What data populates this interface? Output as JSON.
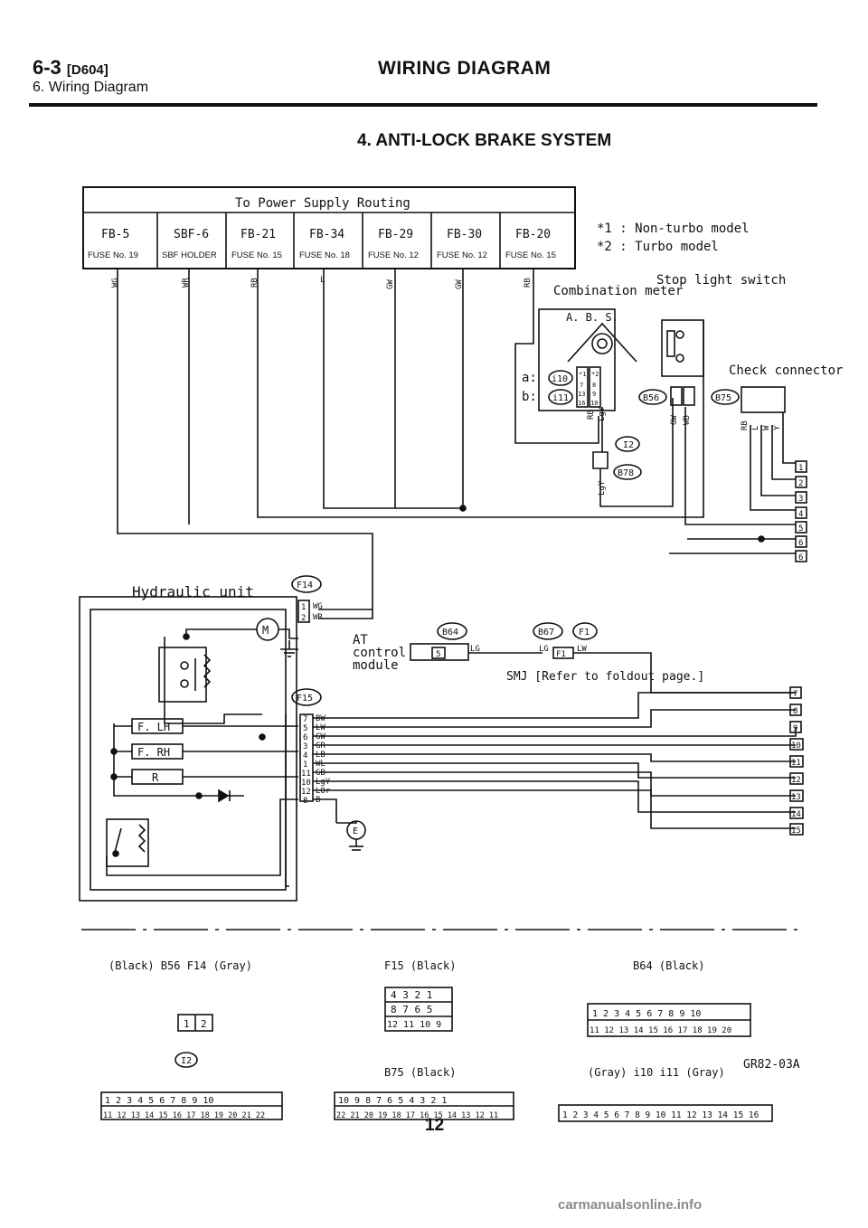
{
  "header": {
    "section": "6-3",
    "code": "[D604]",
    "subtitle": "6. Wiring Diagram",
    "title": "WIRING DIAGRAM"
  },
  "section_title": "4. ANTI-LOCK BRAKE SYSTEM",
  "power_routing": {
    "title": "To Power Supply Routing",
    "fuses": [
      {
        "name": "FB-5",
        "sub": "FUSE No. 19",
        "wire": "WG"
      },
      {
        "name": "SBF-6",
        "sub": "SBF HOLDER",
        "wire": "WR"
      },
      {
        "name": "FB-21",
        "sub": "FUSE No. 15",
        "wire": "RB"
      },
      {
        "name": "FB-34",
        "sub": "FUSE No. 18",
        "wire": "L"
      },
      {
        "name": "FB-29",
        "sub": "FUSE No. 12",
        "wire": "GW"
      },
      {
        "name": "FB-30",
        "sub": "FUSE No. 12",
        "wire": "GW"
      },
      {
        "name": "FB-20",
        "sub": "FUSE No. 15",
        "wire": "RB"
      }
    ]
  },
  "notes": [
    "*1 : Non-turbo model",
    "*2 : Turbo model"
  ],
  "components": {
    "combination_meter": "Combination meter",
    "abs": "A. B. S.",
    "stop_light_switch": "Stop light switch",
    "check_connector": "Check connector",
    "hydraulic_unit": "Hydraulic unit",
    "at_control_module": "AT control module",
    "smj": "SMJ [Refer to foldout page.]",
    "meter_a": "a:",
    "meter_b": "b:",
    "valves": [
      "F. LH",
      "F. RH",
      "R"
    ]
  },
  "connectors": {
    "i10": "i10",
    "i11": "i11",
    "B56": "B56",
    "B75": "B75",
    "I2": "I2",
    "B78": "B78",
    "F14": "F14",
    "F15": "F15",
    "B64": "B64",
    "B67": "B67",
    "F1": "F1",
    "E": "E"
  },
  "wire_labels": {
    "meter_pins": [
      "*1",
      "*2",
      "7",
      "8",
      "13",
      "9",
      "16",
      "10"
    ],
    "meter_wires": [
      "RB",
      "LgY"
    ],
    "stop_wires": [
      "GW",
      "WB"
    ],
    "check_wires": [
      "RB",
      "L",
      "W",
      "Y"
    ],
    "i2_wire": "LgY",
    "f14_pins": [
      "1",
      "2"
    ],
    "f14_wires": [
      "WG",
      "WR"
    ],
    "at_pin": "5",
    "at_wire": "LG",
    "smj_pin": "F1",
    "smj_wires": [
      "LG",
      "LW"
    ],
    "f15_pins": [
      "7",
      "5",
      "6",
      "3",
      "4",
      "1",
      "11",
      "10",
      "12",
      "8"
    ],
    "f15_wires": [
      "BW",
      "LW",
      "GW",
      "GR",
      "LB",
      "WL",
      "GB",
      "LgY",
      "LOr",
      "B"
    ]
  },
  "off_page_refs": [
    "1",
    "2",
    "3",
    "4",
    "5",
    "6",
    "7",
    "8",
    "9",
    "10",
    "11",
    "12",
    "13",
    "14",
    "15"
  ],
  "connector_views": [
    {
      "label": "(Black) B56   F14 (Gray)",
      "rows": [
        [
          "1",
          "2"
        ]
      ]
    },
    {
      "label": "F15 (Black)",
      "rows": [
        [
          "4",
          "3",
          "2",
          "1"
        ],
        [
          "8",
          "7",
          "6",
          "5"
        ],
        [
          "12",
          "11",
          "10",
          "9"
        ]
      ]
    },
    {
      "label": "B64 (Black)",
      "rows": [
        [
          "1",
          "2",
          "3",
          "4",
          "5",
          "6",
          "7",
          "8",
          "9",
          "10"
        ],
        [
          "11",
          "12",
          "13",
          "14",
          "15",
          "16",
          "17",
          "18",
          "19",
          "20"
        ]
      ]
    },
    {
      "label": "I2",
      "rows": [
        [
          "1",
          "2",
          "3",
          "4",
          "5",
          "",
          "6",
          "7",
          "8",
          "9",
          "10"
        ],
        [
          "11",
          "12",
          "13",
          "14",
          "15",
          "16",
          "17",
          "18",
          "19",
          "20",
          "21",
          "22"
        ]
      ]
    },
    {
      "label": "B75 (Black)",
      "rows": [
        [
          "10",
          "9",
          "8",
          "7",
          "6",
          "",
          "5",
          "4",
          "3",
          "2",
          "1"
        ],
        [
          "22",
          "21",
          "20",
          "19",
          "18",
          "17",
          "16",
          "15",
          "14",
          "13",
          "12",
          "11"
        ]
      ]
    },
    {
      "label": "(Gray) i10   i11 (Gray)",
      "rows": [
        [
          "1",
          "2",
          "3",
          "4",
          "5",
          "6",
          "7",
          "8",
          "9",
          "10",
          "11",
          "12",
          "13",
          "14",
          "15",
          "16"
        ]
      ]
    }
  ],
  "footer": {
    "page": "12",
    "code": "GR82-03A",
    "watermark": "carmanualsonline.info"
  }
}
